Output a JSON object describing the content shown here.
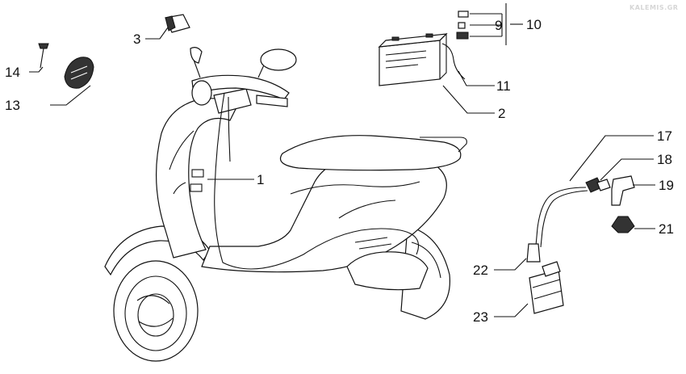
{
  "watermark": "KALEMIS.GR",
  "callouts": [
    {
      "id": "1",
      "text": "1"
    },
    {
      "id": "2",
      "text": "2"
    },
    {
      "id": "3",
      "text": "3"
    },
    {
      "id": "9",
      "text": "9"
    },
    {
      "id": "10",
      "text": "10"
    },
    {
      "id": "11",
      "text": "11"
    },
    {
      "id": "13",
      "text": "13"
    },
    {
      "id": "14",
      "text": "14"
    },
    {
      "id": "17",
      "text": "17"
    },
    {
      "id": "18",
      "text": "18"
    },
    {
      "id": "19",
      "text": "19"
    },
    {
      "id": "21",
      "text": "21"
    },
    {
      "id": "22",
      "text": "22"
    },
    {
      "id": "23",
      "text": "23"
    }
  ]
}
